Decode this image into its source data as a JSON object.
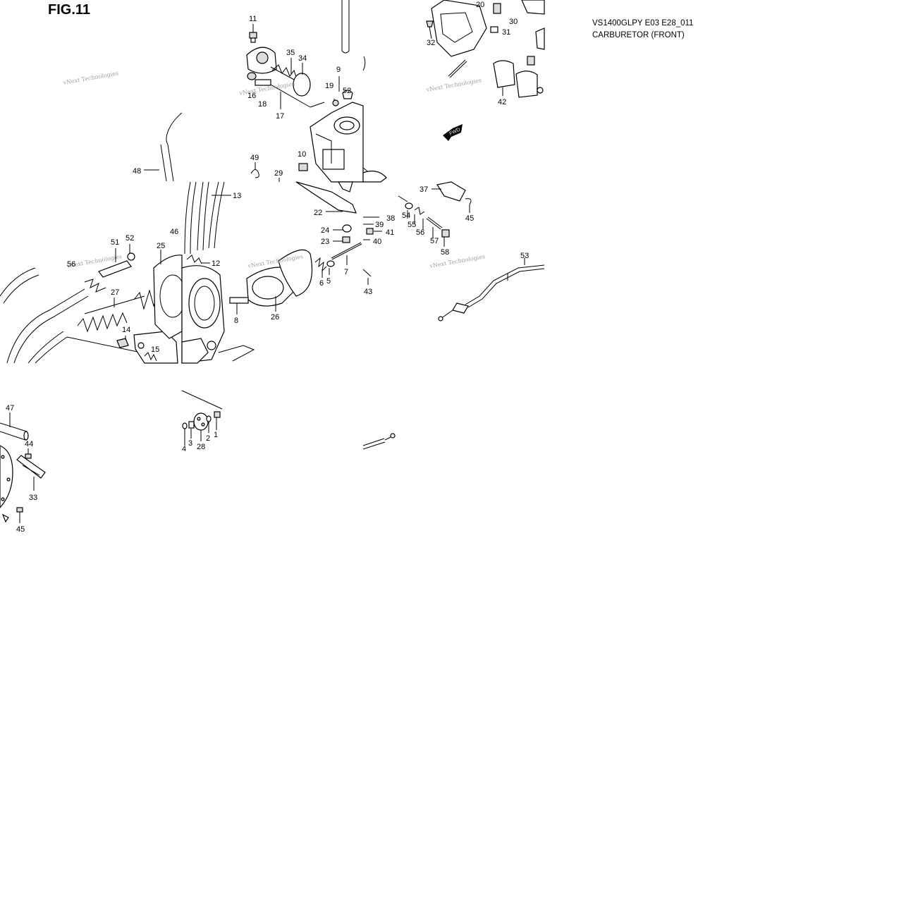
{
  "figure": {
    "title": "FIG.11",
    "model_code": "VS1400GLPY E03 E28_011",
    "caption": "CARBURETOR (FRONT)",
    "fwd_label": "FWD"
  },
  "watermark": "vNext Technologies",
  "callouts": [
    "11",
    "20",
    "30",
    "31",
    "32",
    "35",
    "34",
    "9",
    "19",
    "52",
    "16",
    "18",
    "17",
    "42",
    "10",
    "49",
    "29",
    "48",
    "13",
    "37",
    "45",
    "22",
    "54",
    "38",
    "55",
    "39",
    "24",
    "41",
    "56",
    "57",
    "23",
    "40",
    "58",
    "46",
    "52",
    "51",
    "25",
    "12",
    "53",
    "56",
    "7",
    "6",
    "5",
    "43",
    "27",
    "8",
    "26",
    "14",
    "15",
    "47",
    "44",
    "4",
    "3",
    "28",
    "2",
    "1",
    "33",
    "45"
  ]
}
